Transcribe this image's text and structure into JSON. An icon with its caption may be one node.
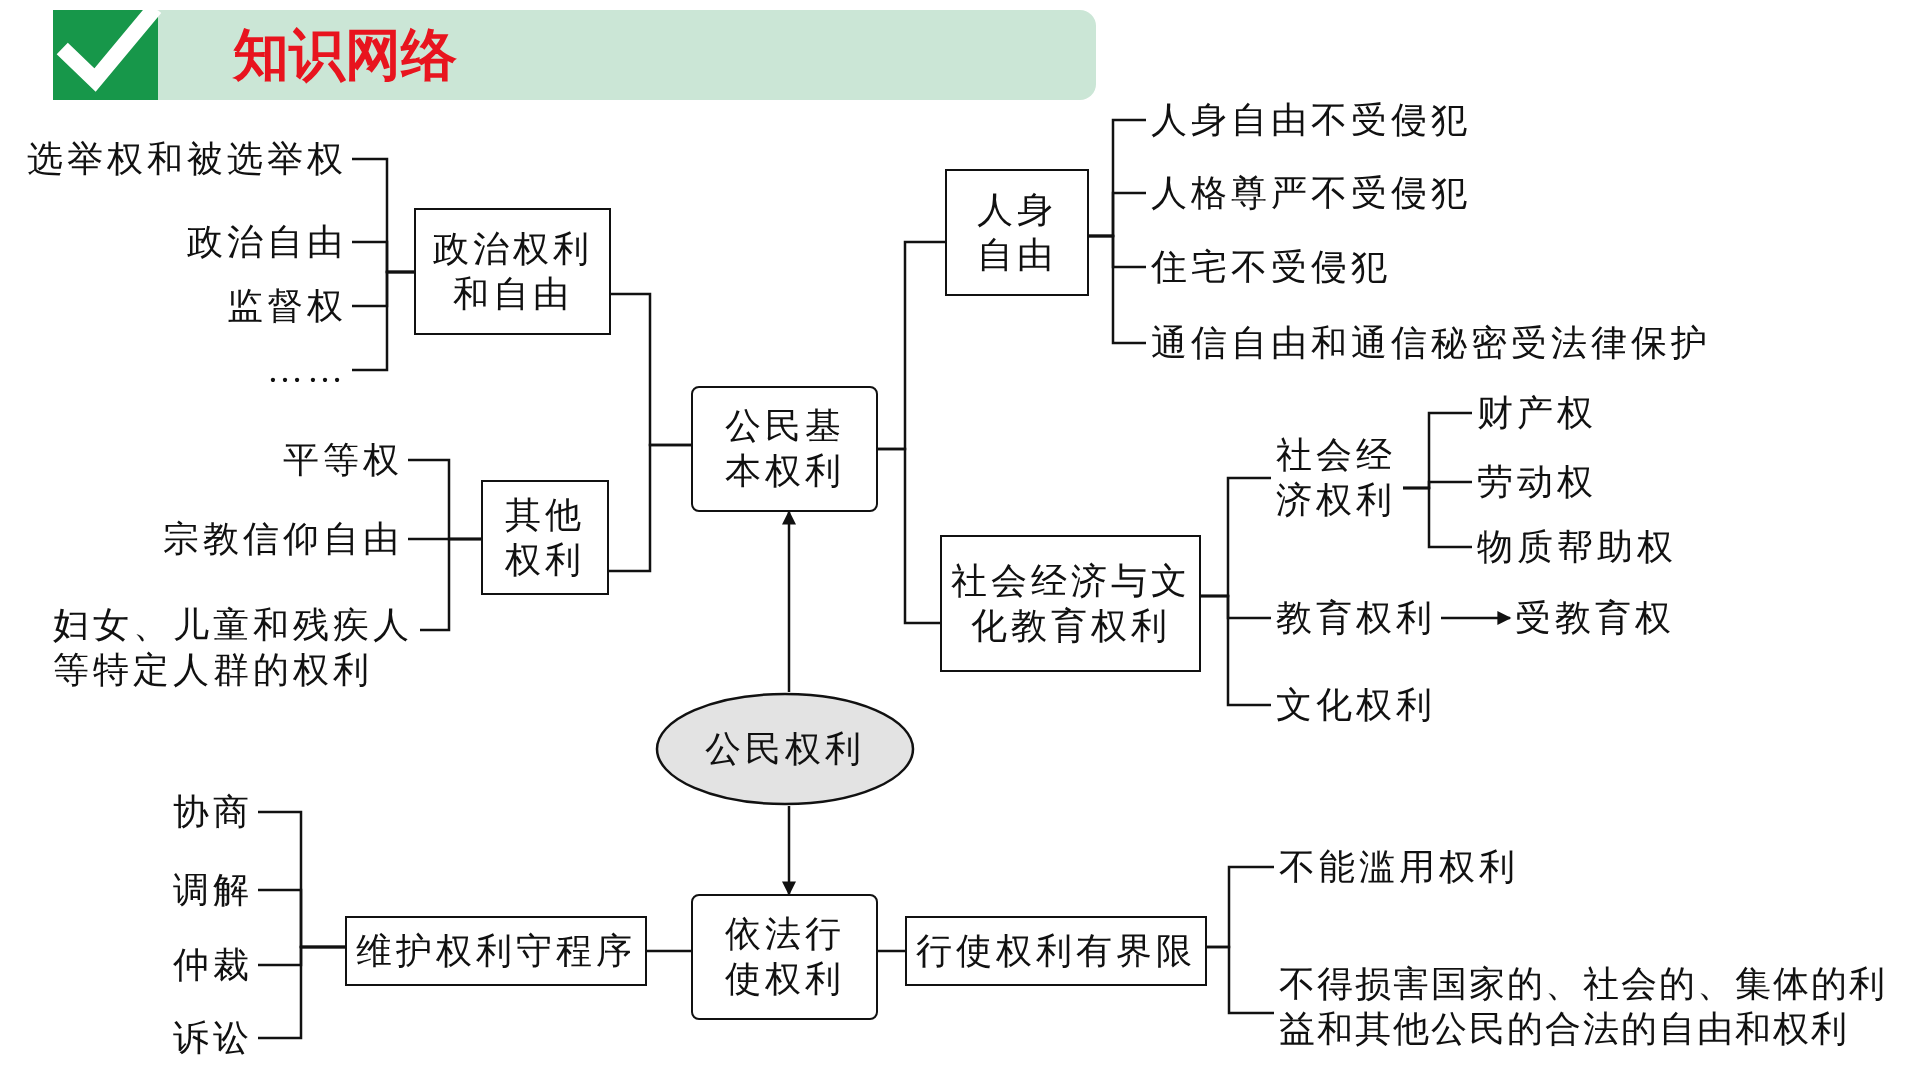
{
  "diagram": {
    "title": "知识网络",
    "nodes": [
      {
        "text": [
          "公民权利"
        ]
      },
      {
        "text": [
          "公民基本权利"
        ]
      },
      {
        "text": [
          "政治权利和自由"
        ]
      },
      {
        "text": [
          "选举权和被选举权"
        ]
      },
      {
        "text": [
          "政治自由"
        ]
      },
      {
        "text": [
          "监督权"
        ]
      },
      {
        "text": [
          "……"
        ]
      },
      {
        "text": [
          "其他权利"
        ]
      },
      {
        "text": [
          "平等权"
        ]
      },
      {
        "text": [
          "宗教信仰自由"
        ]
      },
      {
        "text": [
          "妇女、儿童和残疾人等特定人群的权利"
        ]
      },
      {
        "text": [
          "人身自由"
        ]
      },
      {
        "text": [
          "人身自由不受侵犯"
        ]
      },
      {
        "text": [
          "人格尊严不受侵犯"
        ]
      },
      {
        "text": [
          "住宅不受侵犯"
        ]
      },
      {
        "text": [
          "通信自由和通信秘密受法律保护"
        ]
      },
      {
        "text": [
          "社会经济与文化教育权利"
        ]
      },
      {
        "text": [
          "社会经济权利"
        ]
      },
      {
        "text": [
          "财产权"
        ]
      },
      {
        "text": [
          "劳动权"
        ]
      },
      {
        "text": [
          "物质帮助权"
        ]
      },
      {
        "text": [
          "教育权利"
        ]
      },
      {
        "text": [
          "受教育权"
        ]
      },
      {
        "text": [
          "文化权利"
        ]
      },
      {
        "text": [
          "依法行使权利"
        ]
      },
      {
        "text": [
          "维护权利守程序"
        ]
      },
      {
        "text": [
          "协商"
        ]
      },
      {
        "text": [
          "调解"
        ]
      },
      {
        "text": [
          "仲裁"
        ]
      },
      {
        "text": [
          "诉讼"
        ]
      },
      {
        "text": [
          "行使权利有界限"
        ]
      },
      {
        "text": [
          "不能滥用权利"
        ]
      },
      {
        "text": [
          "不得损害国家的、社会的、集体的利益和其他公民的合法的自由和权利"
        ]
      }
    ],
    "edges": [
      {
        "from": 0,
        "to": 1,
        "arrow": "to"
      },
      {
        "from": 0,
        "to": 24,
        "arrow": "to"
      },
      {
        "from": 1,
        "to": 2,
        "arrow": "none"
      },
      {
        "from": 1,
        "to": 7,
        "arrow": "none"
      },
      {
        "from": 1,
        "to": 11,
        "arrow": "none"
      },
      {
        "from": 1,
        "to": 16,
        "arrow": "none"
      },
      {
        "from": 2,
        "to": 3,
        "arrow": "none"
      },
      {
        "from": 2,
        "to": 4,
        "arrow": "none"
      },
      {
        "from": 2,
        "to": 5,
        "arrow": "none"
      },
      {
        "from": 2,
        "to": 6,
        "arrow": "none"
      },
      {
        "from": 7,
        "to": 8,
        "arrow": "none"
      },
      {
        "from": 7,
        "to": 9,
        "arrow": "none"
      },
      {
        "from": 7,
        "to": 10,
        "arrow": "none"
      },
      {
        "from": 11,
        "to": 12,
        "arrow": "none"
      },
      {
        "from": 11,
        "to": 13,
        "arrow": "none"
      },
      {
        "from": 11,
        "to": 14,
        "arrow": "none"
      },
      {
        "from": 11,
        "to": 15,
        "arrow": "none"
      },
      {
        "from": 16,
        "to": 17,
        "arrow": "none"
      },
      {
        "from": 16,
        "to": 21,
        "arrow": "none"
      },
      {
        "from": 16,
        "to": 23,
        "arrow": "none"
      },
      {
        "from": 17,
        "to": 18,
        "arrow": "none"
      },
      {
        "from": 17,
        "to": 19,
        "arrow": "none"
      },
      {
        "from": 17,
        "to": 20,
        "arrow": "none"
      },
      {
        "from": 21,
        "to": 22,
        "arrow": "to"
      },
      {
        "from": 24,
        "to": 25,
        "arrow": "none"
      },
      {
        "from": 24,
        "to": 30,
        "arrow": "none"
      },
      {
        "from": 25,
        "to": 26,
        "arrow": "none"
      },
      {
        "from": 25,
        "to": 27,
        "arrow": "none"
      },
      {
        "from": 25,
        "to": 28,
        "arrow": "none"
      },
      {
        "from": 25,
        "to": 29,
        "arrow": "none"
      },
      {
        "from": 30,
        "to": 31,
        "arrow": "none"
      },
      {
        "from": 30,
        "to": 32,
        "arrow": "none"
      }
    ]
  }
}
